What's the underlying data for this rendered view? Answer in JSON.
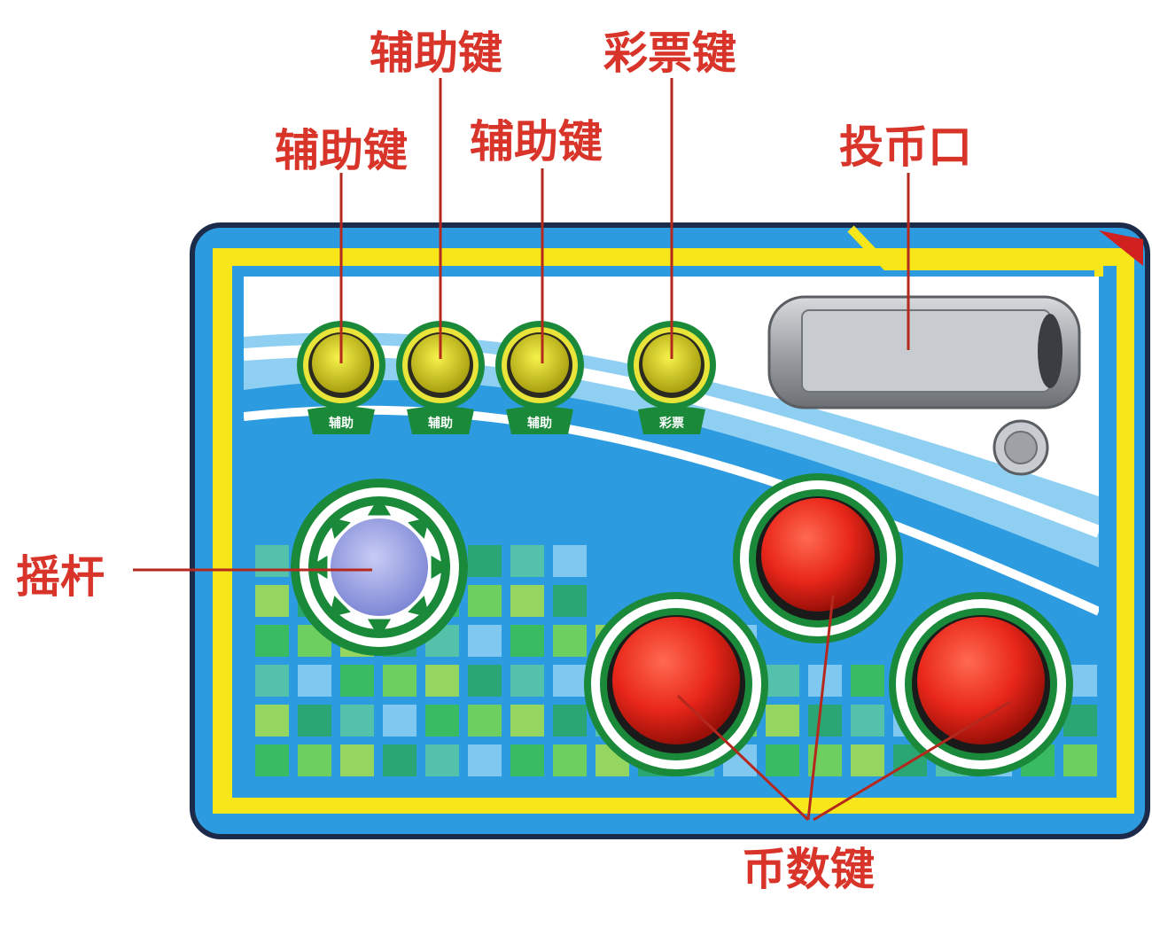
{
  "labels": {
    "aux_key_1": "辅助键",
    "aux_key_2": "辅助键",
    "aux_key_3": "辅助键",
    "lottery_key": "彩票键",
    "coin_slot": "投币口",
    "joystick": "摇杆",
    "coin_count_key": "币数键"
  },
  "button_tabs": [
    "辅助",
    "辅助",
    "辅助",
    "彩票"
  ],
  "colors": {
    "label_red": "#d8342a",
    "panel_blue": "#2d9be0",
    "frame_yellow": "#f7e61a",
    "button_red": "#e8261a",
    "button_yellow": "#d8d41a",
    "ring_green": "#1a8a3a"
  }
}
